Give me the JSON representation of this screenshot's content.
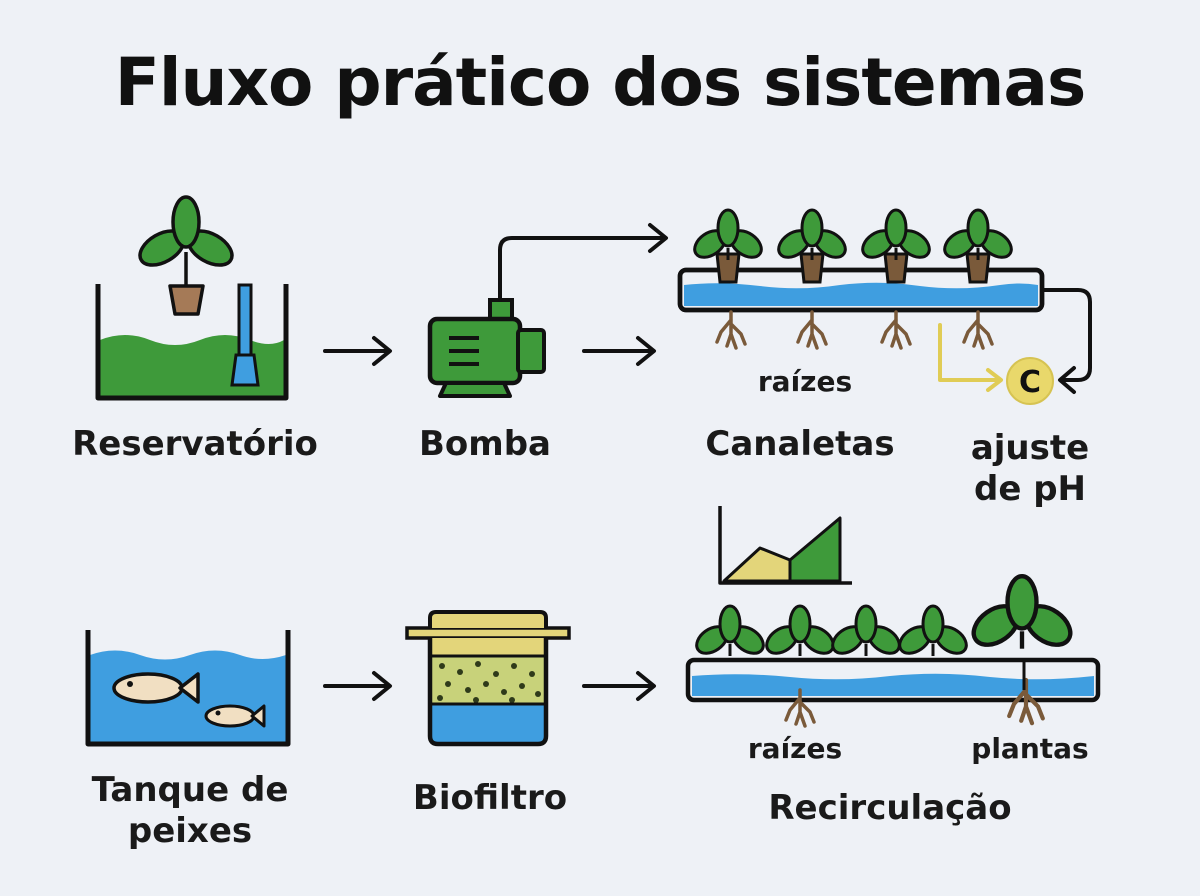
{
  "title": "Fluxo prático dos sistemas",
  "colors": {
    "green": "#3e9a3a",
    "water": "#3f9ee0",
    "sand": "#e3d57a",
    "pot": "#a57a57",
    "root": "#7a5a3a",
    "ph": "#e9d86b",
    "stroke": "#111111"
  },
  "top_row": {
    "reservoir": "Reservatório",
    "pump": "Bomba",
    "channels": "Canaletas",
    "roots": "raízes",
    "ph_adjust": "ajuste\nde pH",
    "ph_symbol": "C"
  },
  "bottom_row": {
    "fish_tank": "Tanque de\npeixes",
    "biofilter": "Biofiltro",
    "recirculation": "Recirculação",
    "roots": "raízes",
    "plants": "plantas"
  }
}
